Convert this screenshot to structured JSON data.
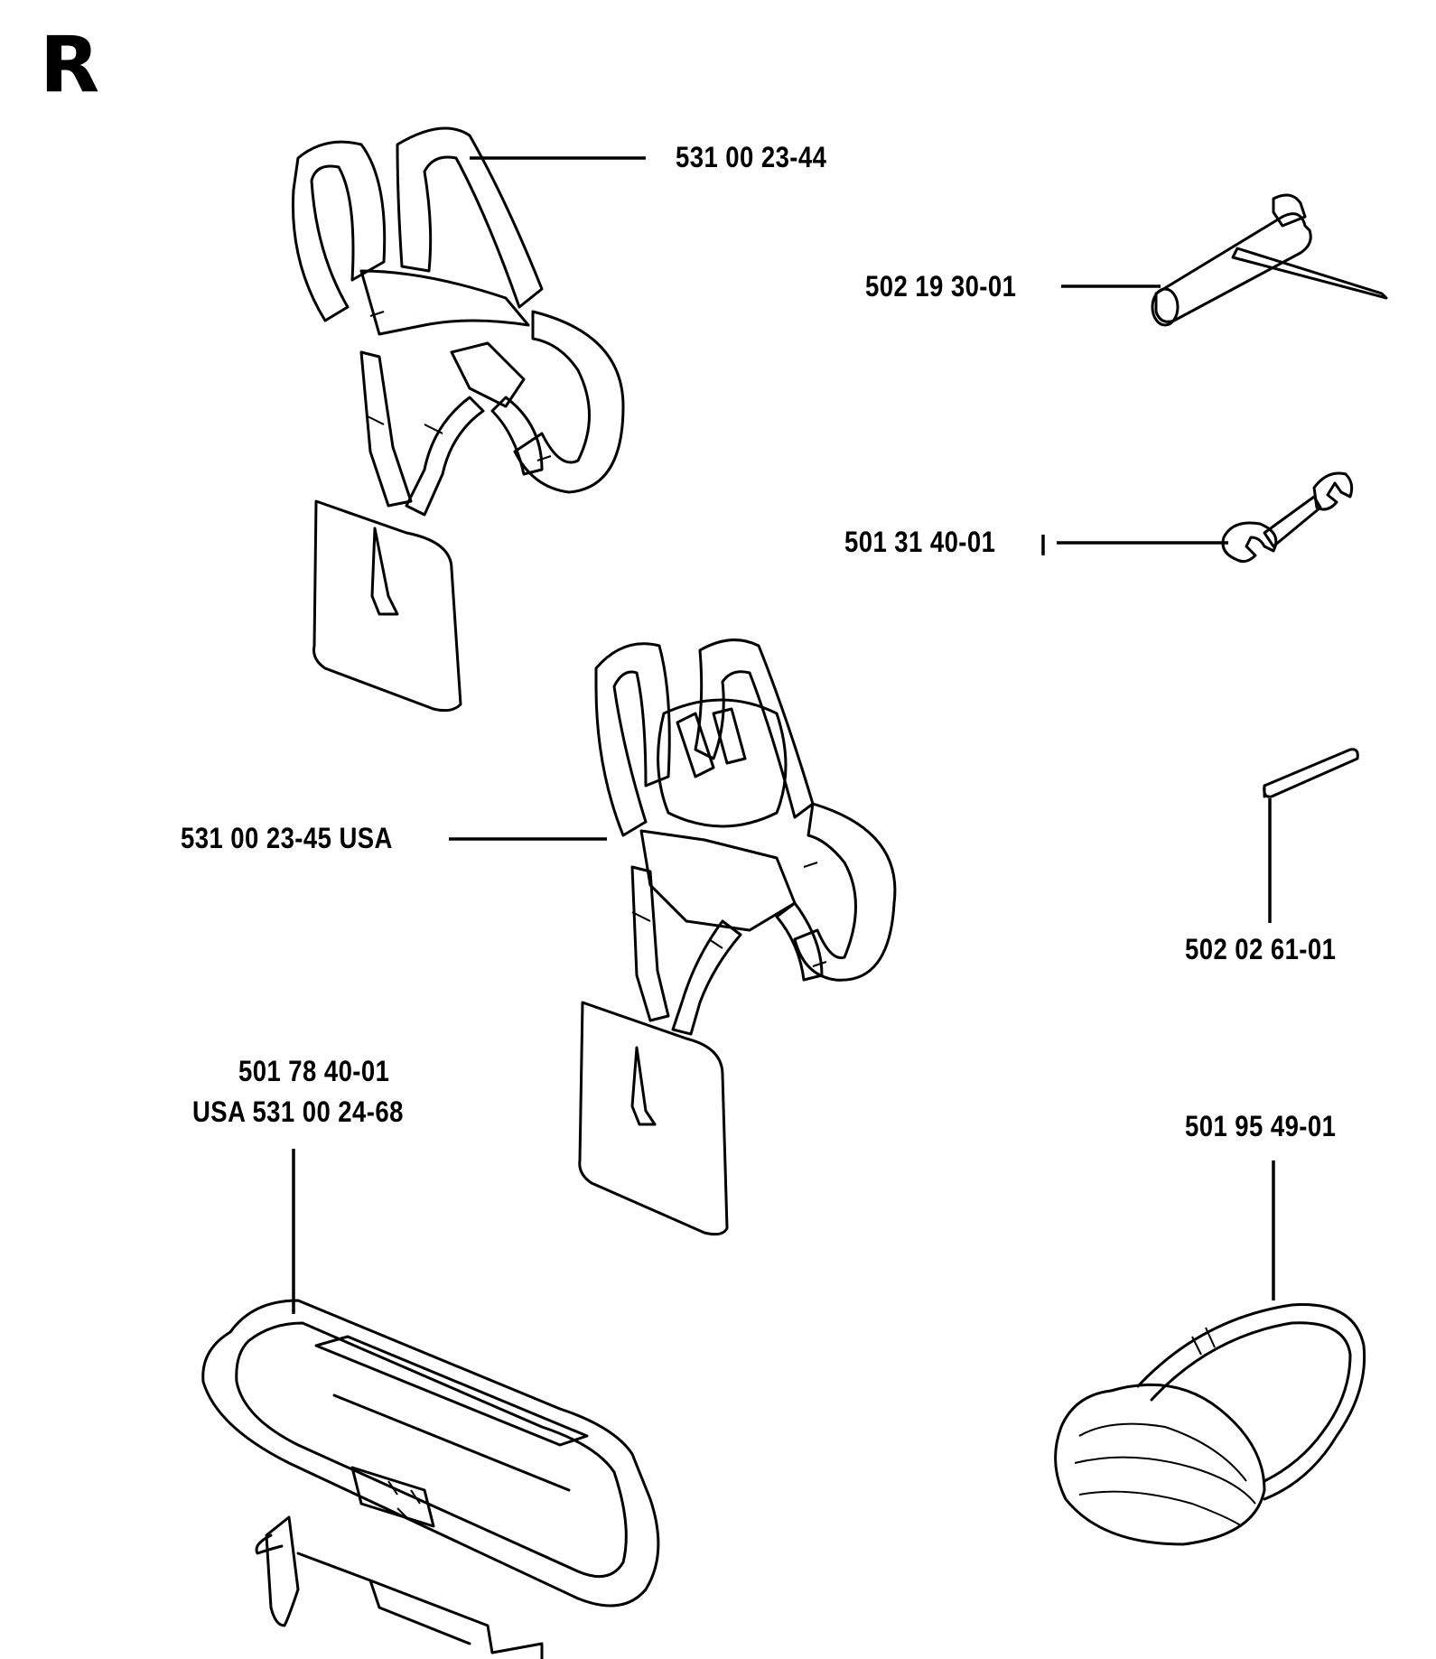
{
  "section": "R",
  "parts": [
    {
      "id": "harness-1",
      "number": "531 00 23-44"
    },
    {
      "id": "combination-spanner",
      "number": "502 19 30-01"
    },
    {
      "id": "wrench",
      "number": "501 31 40-01"
    },
    {
      "id": "harness-2",
      "number": "531 00 23-45 USA"
    },
    {
      "id": "pin",
      "number": "502 02 61-01"
    },
    {
      "id": "hip-pad",
      "number": "501 78 40-01",
      "number_alt": "USA 531 00 24-68"
    },
    {
      "id": "ear-protector",
      "number": "501 95 49-01"
    }
  ]
}
